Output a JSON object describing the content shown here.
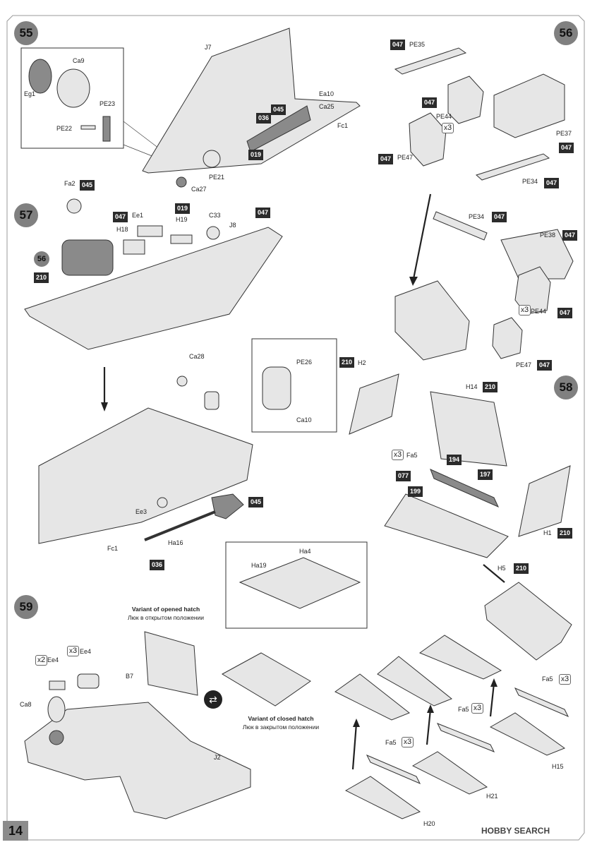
{
  "page_number": "14",
  "watermark": "HOBBY SEARCH",
  "steps": [
    "55",
    "56",
    "57",
    "58",
    "59"
  ],
  "step55": {
    "labels": [
      "J7",
      "Ca9",
      "Eg1",
      "PE23",
      "PE22",
      "Ea10",
      "Ca25",
      "Fc1",
      "PE21",
      "Ca27"
    ],
    "codes": [
      "036",
      "045",
      "019"
    ]
  },
  "step56": {
    "labels": [
      "PE35",
      "PE44",
      "PE47",
      "PE37",
      "PE34",
      "PE34",
      "PE38",
      "PE44",
      "PE47"
    ],
    "codes": [
      "047",
      "047",
      "047",
      "047",
      "047",
      "047",
      "047",
      "047",
      "047"
    ],
    "multipliers": [
      "3",
      "3"
    ]
  },
  "step57": {
    "labels": [
      "Fa2",
      "Ee1",
      "H18",
      "H19",
      "C33",
      "J8",
      "Ca28",
      "PE26",
      "Ca10",
      "Ee3",
      "Ha16",
      "Fc1"
    ],
    "codes": [
      "045",
      "047",
      "019",
      "047",
      "210",
      "036",
      "045"
    ],
    "ref_step": "56"
  },
  "step58": {
    "labels": [
      "H2",
      "H14",
      "Fa5",
      "H1",
      "H5",
      "Fa5",
      "Fa5",
      "Fa5",
      "H15",
      "H21",
      "H20"
    ],
    "codes": [
      "210",
      "210",
      "194",
      "197",
      "077",
      "199",
      "210",
      "210"
    ],
    "multipliers": [
      "3",
      "3",
      "3",
      "3"
    ]
  },
  "step59": {
    "labels": [
      "Ee4",
      "Ee4",
      "Ca8",
      "B7",
      "J2",
      "Ha19",
      "Ha4"
    ],
    "multipliers": [
      "2",
      "3"
    ],
    "variant_open_en": "Variant of opened hatch",
    "variant_open_ru": "Люк в открытом положении",
    "variant_closed_en": "Variant of closed hatch",
    "variant_closed_ru": "Люк в закрытом положении"
  },
  "icons": [
    "arrow-icon",
    "swap-icon"
  ]
}
